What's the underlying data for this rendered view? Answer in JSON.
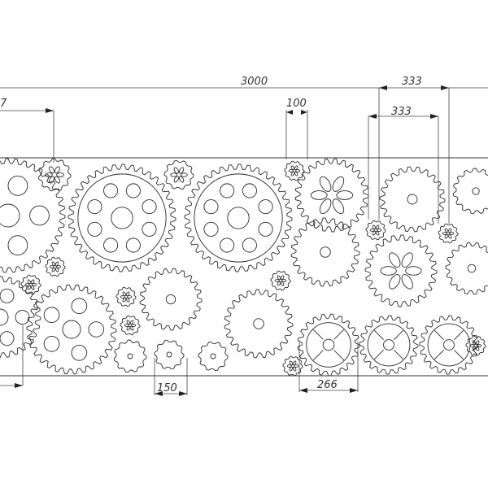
{
  "drawing": {
    "title": "Gear pattern panel",
    "line_color": "#2a2a2a",
    "dimensions": {
      "total_width": "3000",
      "left_partial": "7",
      "gap": "100",
      "spacing_top": "333",
      "spacing_second": "333",
      "small_gear": "150",
      "wheel_gear": "266"
    }
  }
}
